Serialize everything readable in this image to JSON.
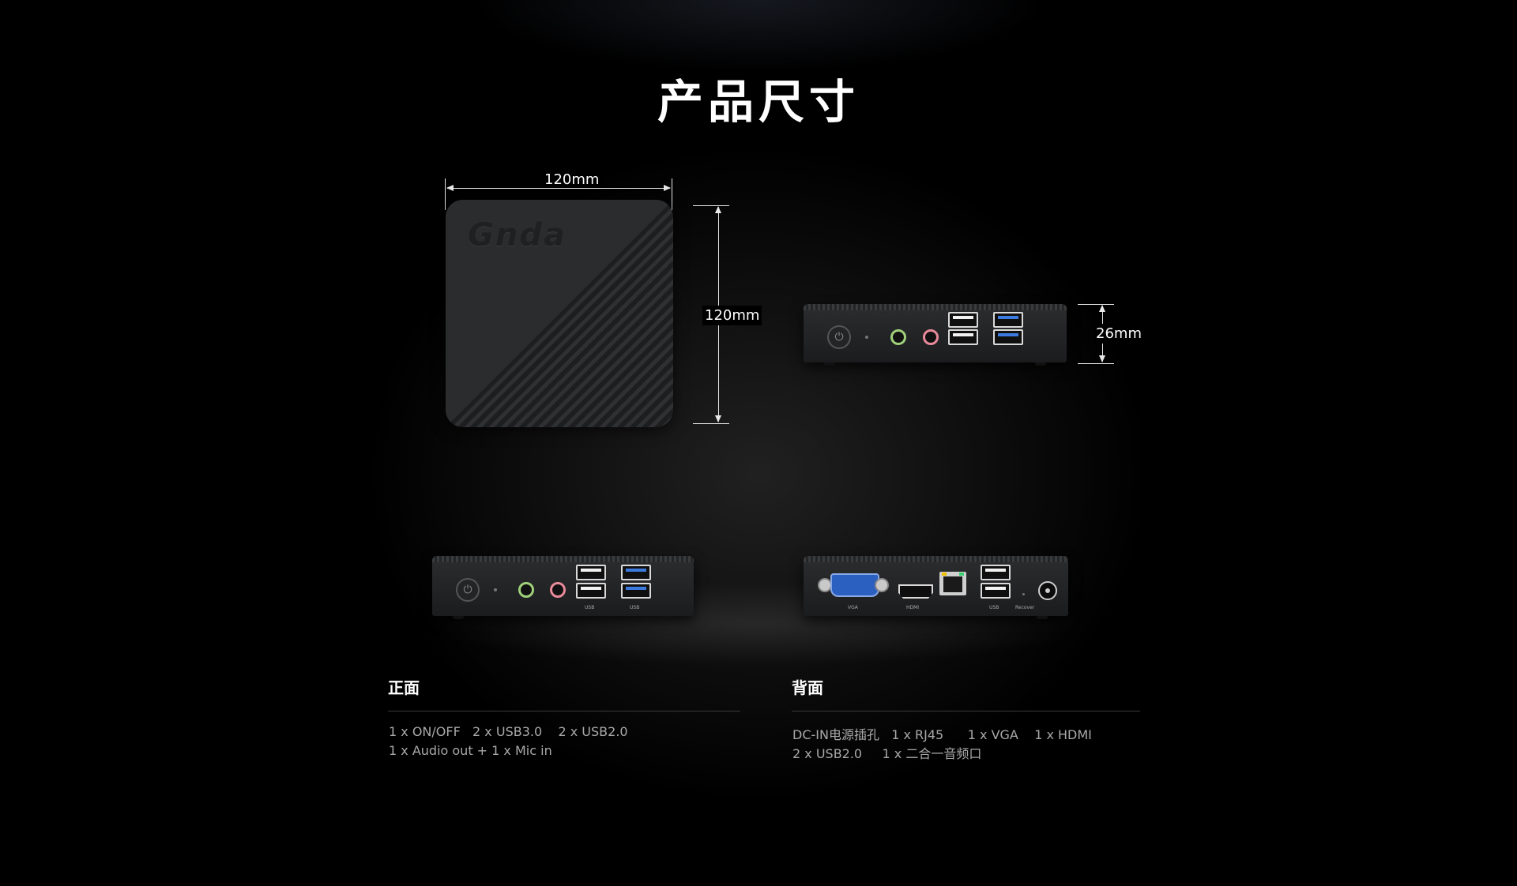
{
  "page": {
    "title": "产品尺寸"
  },
  "dimensions": {
    "top_width": "120mm",
    "top_depth": "120mm",
    "height": "26mm"
  },
  "top_view": {
    "logo": "Gnda"
  },
  "front_ports": {
    "usb_label_1": "USB",
    "usb_label_2": "USB"
  },
  "rear_ports": {
    "vga_label": "VGA",
    "hdmi_label": "HDMI",
    "usb_label": "USB",
    "recover_label": "Recover"
  },
  "specs": {
    "front": {
      "heading": "正面",
      "line1": "1 x ON/OFF   2 x USB3.0    2 x USB2.0",
      "line2": "1 x Audio out + 1 x Mic in"
    },
    "back": {
      "heading": "背面",
      "line1": "DC-IN电源插孔   1 x RJ45      1 x VGA    1 x HDMI",
      "line2": "2 x USB2.0     1 x 二合一音频口"
    }
  }
}
